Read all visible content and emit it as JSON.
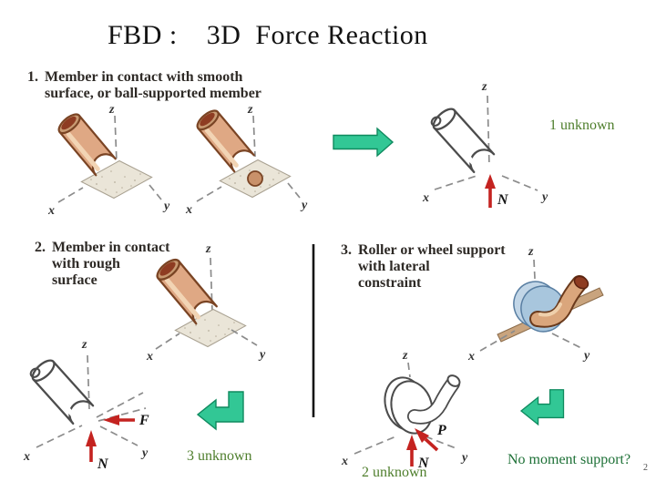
{
  "title": "FBD :    3D  Force Reaction",
  "page_number": "2",
  "sections": {
    "smooth": {
      "number": "1.",
      "line1": "Member in contact with smooth",
      "line2": "surface, or ball-supported member"
    },
    "rough": {
      "number": "2.",
      "line1": "Member in contact",
      "line2": "with rough",
      "line3": "surface"
    },
    "roller": {
      "number": "3.",
      "line1": "Roller or wheel support",
      "line2": "with lateral",
      "line3": "constraint"
    }
  },
  "annotations": {
    "smooth_unknowns": "1 unknown",
    "rough_unknowns": "3 unknown",
    "roller_unknowns": "2 unknown",
    "moment_question": "No moment support?"
  },
  "axis_labels": {
    "x": "x",
    "y": "y",
    "z": "z"
  },
  "force_labels": {
    "normal": "N",
    "friction": "F",
    "lateral": "P"
  },
  "icons": {
    "implies_arrow": "right-block-arrow",
    "result_arrow_rough": "elbow-left-block-arrow",
    "result_arrow_roller": "elbow-left-block-arrow"
  },
  "colors": {
    "annotation_green": "#4e7e2c",
    "question_green": "#1d7036",
    "block_arrow_green": "#32c795",
    "force_arrow_red": "#c42320",
    "member_tan": "#dfa884",
    "wheel_blue": "#a8c6dd",
    "divider_black": "#151515"
  }
}
